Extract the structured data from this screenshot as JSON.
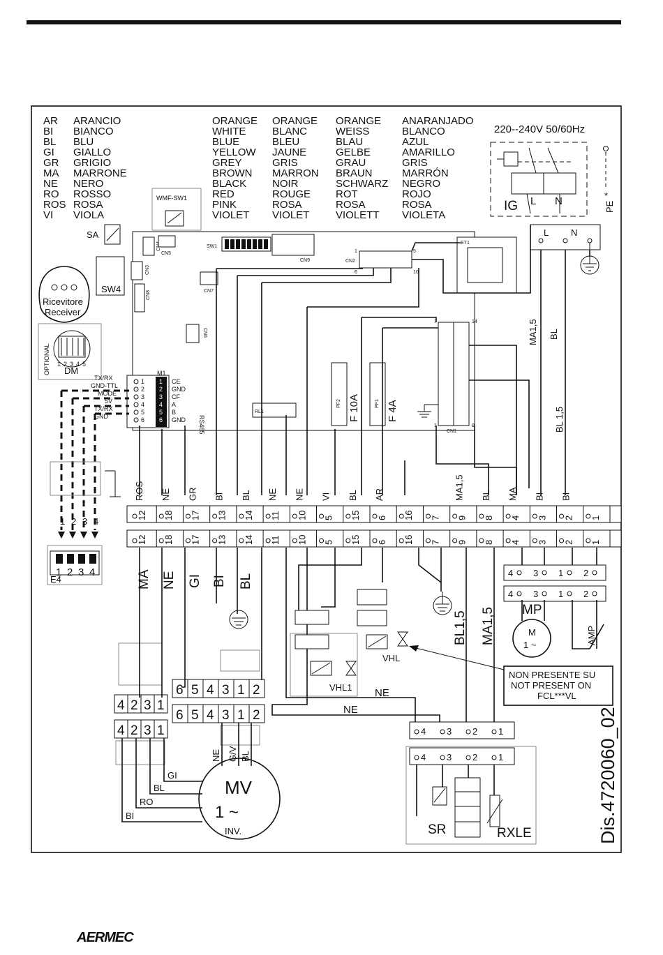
{
  "legend": {
    "rows": [
      {
        "code": "AR",
        "it": "ARANCIO",
        "en": "ORANGE",
        "fr": "ORANGE",
        "de": "ORANGE",
        "es": "ANARANJADO"
      },
      {
        "code": "BI",
        "it": "BIANCO",
        "en": "WHITE",
        "fr": "BLANC",
        "de": "WEISS",
        "es": "BLANCO"
      },
      {
        "code": "BL",
        "it": "BLU",
        "en": "BLUE",
        "fr": "BLEU",
        "de": "BLAU",
        "es": "AZUL"
      },
      {
        "code": "GI",
        "it": "GIALLO",
        "en": "YELLOW",
        "fr": "JAUNE",
        "de": "GELBE",
        "es": "AMARILLO"
      },
      {
        "code": "GR",
        "it": "GRIGIO",
        "en": "GREY",
        "fr": "GRIS",
        "de": "GRAU",
        "es": "GRIS"
      },
      {
        "code": "MA",
        "it": "MARRONE",
        "en": "BROWN",
        "fr": "MARRON",
        "de": "BRAUN",
        "es": "MARRÓN"
      },
      {
        "code": "NE",
        "it": "NERO",
        "en": "BLACK",
        "fr": "NOIR",
        "de": "SCHWARZ",
        "es": "NEGRO"
      },
      {
        "code": "RO",
        "it": "ROSSO",
        "en": "RED",
        "fr": "ROUGE",
        "de": "ROT",
        "es": "ROJO"
      },
      {
        "code": "ROS",
        "it": "ROSA",
        "en": "PINK",
        "fr": "ROSA",
        "de": "ROSA",
        "es": "ROSA"
      },
      {
        "code": "VI",
        "it": "VIOLA",
        "en": "VIOLET",
        "fr": "VIOLET",
        "de": "VIOLETT",
        "es": "VIOLETA"
      }
    ]
  },
  "power": {
    "supply": "220--240V 50/60Hz",
    "switch": "IG",
    "l": "L",
    "n": "N",
    "pe": "PE",
    "star": "*"
  },
  "board": {
    "sa": "SA",
    "wmf": "WMF-SW1",
    "cn5": "CN5",
    "cn4": "CN4",
    "cn3": "CN3",
    "sw4": "SW4",
    "cn8": "CN8",
    "sw1": "SW1",
    "cn9": "CN9",
    "cn7": "CN7",
    "cn6": "CN6",
    "cn2": "CN2",
    "et1": "ET1",
    "cn1": "CN1",
    "rl1": "RL1",
    "pf2": "PF2",
    "pf1": "PF1",
    "f10a": "F 10A",
    "f4a": "F 4A",
    "m1": "M1",
    "cn2_1": "1",
    "cn2_5": "5",
    "cn2_6": "6",
    "cn2_10": "10",
    "cn1_7": "7",
    "cn1_14": "14",
    "cn1_1": "1",
    "cn1_8": "8",
    "receiver_it": "Ricevitore",
    "receiver_en": "Receiver",
    "optional": "OPTIONAL",
    "dm": "DM",
    "dm_pins": [
      "1",
      "2",
      "3",
      "4",
      "5"
    ],
    "m1_pins": [
      "1",
      "2",
      "3",
      "4",
      "5",
      "6"
    ],
    "m1_labels": [
      "CE",
      "GND",
      "CF",
      "A",
      "B",
      "GND"
    ],
    "rs485": "RS485",
    "left_labels": [
      "TX/RX",
      "GND-TTL",
      "MODE",
      "5V",
      "TX/RX",
      "GND"
    ]
  },
  "e4": {
    "label": "E4",
    "pins": [
      "1",
      "2",
      "3",
      "4"
    ],
    "wire_nums": [
      "1",
      "2",
      "3",
      "4"
    ]
  },
  "terminal": {
    "top_labels": [
      "ROS",
      "NE",
      "GR",
      "BI",
      "BL",
      "NE",
      "NE",
      "VI",
      "BL",
      "AR",
      "",
      "",
      "MA1,5",
      "BL",
      "MA",
      "BI",
      "BI"
    ],
    "numbers": [
      "12",
      "18",
      "17",
      "13",
      "14",
      "11",
      "10",
      "5",
      "15",
      "6",
      "16",
      "7",
      "9",
      "8",
      "4",
      "3",
      "2",
      "1"
    ]
  },
  "wires": {
    "ma15": "MA1,5",
    "bl": "BL",
    "bl15": "BL 1,5",
    "ne": "NE"
  },
  "left_wire_labels": [
    "MA",
    "NE",
    "GI",
    "BI",
    "BL"
  ],
  "motor": {
    "label": "MV",
    "phase": "1 ~",
    "inv": "INV.",
    "conn4": [
      "4",
      "2",
      "3",
      "1"
    ],
    "conn6": [
      "6",
      "5",
      "4",
      "3",
      "1",
      "2"
    ],
    "wire_labels": [
      "NE",
      "G/V",
      "BL"
    ],
    "lead_labels": [
      "GI",
      "BL",
      "RO",
      "BI"
    ]
  },
  "pump": {
    "label": "MP",
    "motor": "M",
    "phase": "1 ~",
    "amp": "AMP",
    "pins": [
      "4",
      "3",
      "1",
      "2"
    ]
  },
  "valves": {
    "vhl1": "VHL1",
    "vhl": "VHL",
    "bl15": "BL1,5",
    "ma15": "MA1,5"
  },
  "note": {
    "l1": "NON PRESENTE SU",
    "l2": "NOT PRESENT ON",
    "l3": "FCL***VL"
  },
  "heater": {
    "pins": [
      "4",
      "3",
      "2",
      "1"
    ],
    "sr": "SR",
    "rxle": "RXLE"
  },
  "drawing_no": "Dis.4720060_02",
  "brand": "AERMEC"
}
